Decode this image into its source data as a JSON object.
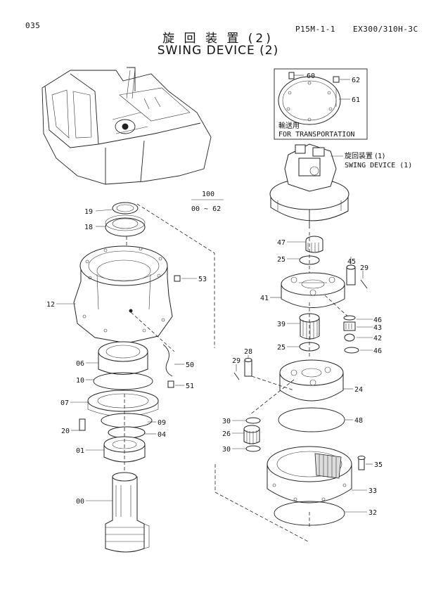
{
  "page_number": "035",
  "code": "P15M-1-1",
  "model": "EX300/310H-3C",
  "title_jp": "旋 回 装 置 (2)",
  "title_en": "SWING DEVICE (2)",
  "range_top": "100",
  "range_bottom": "00 ~ 62",
  "transport_box": {
    "note_jp": "輸送用",
    "note_en": "FOR TRANSPORTATION",
    "labels": [
      "60",
      "62",
      "61"
    ]
  },
  "ref_device": {
    "jp": "旋回装置 (1)",
    "en": "SWING DEVICE (1)"
  },
  "part_labels": {
    "p19": "19",
    "p18": "18",
    "p53": "53",
    "p12": "12",
    "p06": "06",
    "p50": "50",
    "p10": "10",
    "p51": "51",
    "p07": "07",
    "p09": "09",
    "p20": "20",
    "p04": "04",
    "p01": "01",
    "p00": "00",
    "p47": "47",
    "p25a": "25",
    "p45": "45",
    "p29a": "29",
    "p41": "41",
    "p46a": "46",
    "p43": "43",
    "p39": "39",
    "p42": "42",
    "p25b": "25",
    "p46b": "46",
    "p28": "28",
    "p29b": "29",
    "p24": "24",
    "p30a": "30",
    "p48": "48",
    "p26": "26",
    "p30b": "30",
    "p35": "35",
    "p33": "33",
    "p32": "32"
  }
}
